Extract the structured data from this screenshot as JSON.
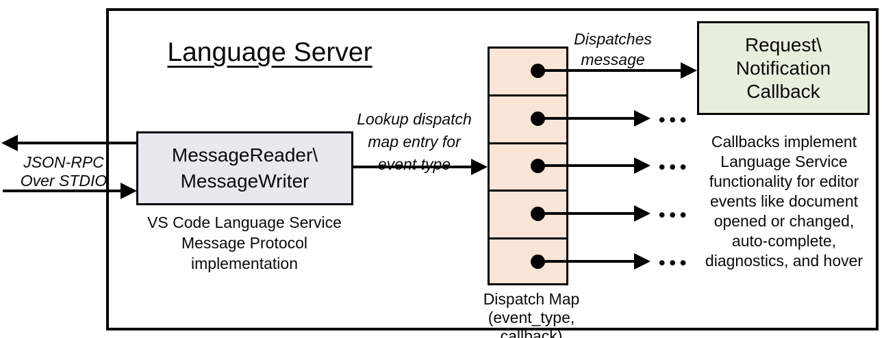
{
  "title": "Language Server",
  "colors": {
    "reader_box_fill": "#e9e8ef",
    "dispatch_map_fill": "#fbe5d6",
    "callback_box_fill": "#e6efdc",
    "stroke": "#000000"
  },
  "io_label": {
    "line1": "JSON-RPC",
    "line2": "Over STDIO"
  },
  "reader_box": {
    "line1": "MessageReader\\",
    "line2": "MessageWriter",
    "caption_line1": "VS Code Language Service",
    "caption_line2": "Message Protocol implementation"
  },
  "lookup_label": {
    "line1": "Lookup dispatch",
    "line2": "map entry for",
    "line3": "event type"
  },
  "dispatch_map": {
    "rows": 5,
    "caption_line1": "Dispatch Map",
    "caption_line2": "(event_type, callback)"
  },
  "dispatches_label": {
    "line1": "Dispatches",
    "line2": "message"
  },
  "callback_box": {
    "line1": "Request\\",
    "line2": "Notification",
    "line3": "Callback"
  },
  "callbacks_note": {
    "line1": "Callbacks implement",
    "line2": "Language Service",
    "line3": "functionality for editor",
    "line4": "events like document",
    "line5": "opened or changed,",
    "line6": "auto-complete,",
    "line7": "diagnostics, and hover"
  },
  "ellipsis": "•••"
}
